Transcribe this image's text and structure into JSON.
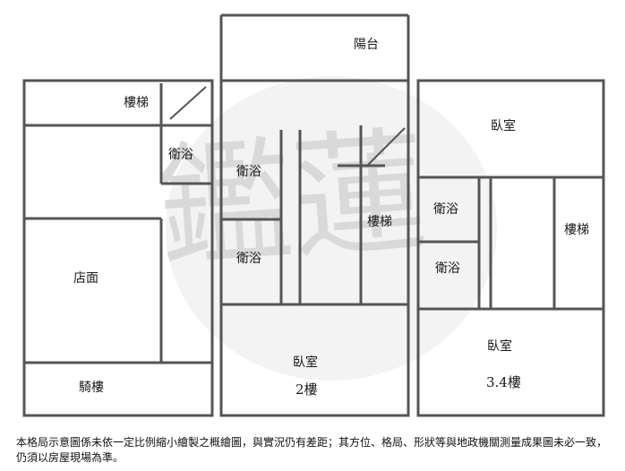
{
  "watermark": {
    "text": "鑑蓮",
    "color": "#d9d9d9"
  },
  "plans": {
    "floor1": {
      "stairs": "樓梯",
      "bath": "衛浴",
      "shop": "店面",
      "arcade": "騎樓"
    },
    "floor2": {
      "balcony": "陽台",
      "bath1": "衛浴",
      "bath2": "衛浴",
      "stairs": "樓梯",
      "bedroom": "臥室",
      "floor_label": "2樓"
    },
    "floor34": {
      "bedroom_top": "臥室",
      "bath1": "衛浴",
      "bath2": "衛浴",
      "stairs": "樓梯",
      "bedroom_bottom": "臥室",
      "floor_label": "3.4樓"
    }
  },
  "line_color": "#555555",
  "disclaimer": "本格局示意圖係未依一定比例縮小繪製之概繪圖，與實況仍有差距；其方位、格局、形狀等與地政機關測量成果圖未必一致，仍須以房屋現場為準。"
}
